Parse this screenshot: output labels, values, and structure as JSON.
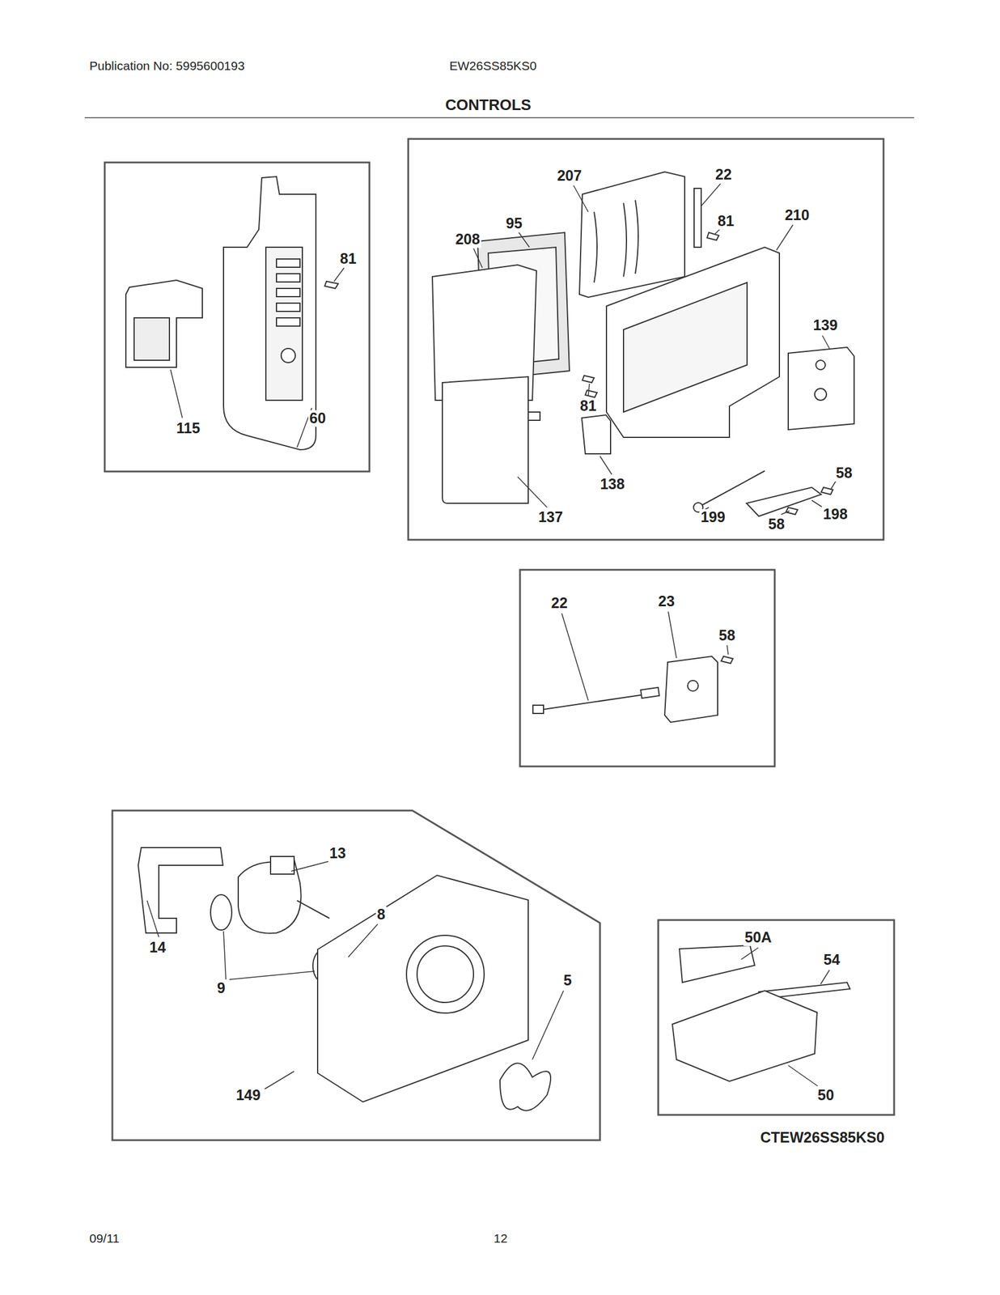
{
  "diagram": {
    "title": "CONTROLS",
    "caption": "CTEW26SS85KS0",
    "labels": [
      "Publication No: 5995600193",
      "EW26SS85KS0",
      "81",
      "115",
      "60",
      "207",
      "22",
      "81",
      "210",
      "95",
      "208",
      "139",
      "81",
      "138",
      "58",
      "137",
      "199",
      "198",
      "58",
      "22",
      "23",
      "58",
      "13",
      "8",
      "14",
      "5",
      "9",
      "149",
      "50A",
      "54",
      "50",
      "09/11",
      "12"
    ]
  }
}
